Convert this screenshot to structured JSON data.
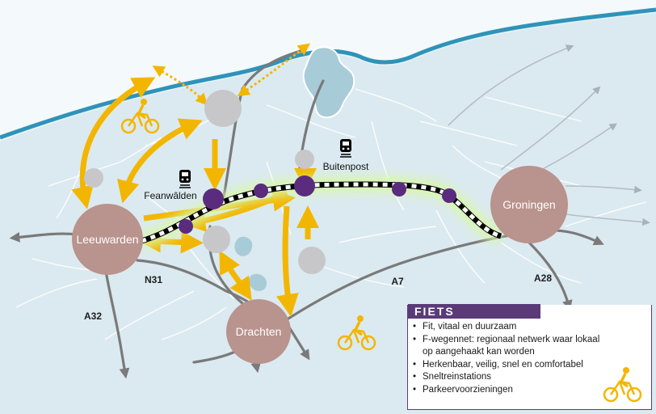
{
  "map": {
    "cities": {
      "leeuwarden": "Leeuwarden",
      "drachten": "Drachten",
      "groningen": "Groningen"
    },
    "stations": {
      "feanwalden": "Feanwâlden",
      "buitenpost": "Buitenpost"
    },
    "roads": {
      "a32": "A32",
      "n31": "N31",
      "a7": "A7",
      "a28": "A28"
    }
  },
  "legend": {
    "title": "FIETS",
    "items": [
      "Fit, vitaal en duurzaam",
      "F-wegennet: regionaal netwerk waar lokaal op aangehaakt kan worden",
      "Herkenbaar, veilig, snel en comfortabel",
      "Sneltreinstations",
      "Parkeervoorzieningen"
    ]
  },
  "colors": {
    "arrow": "#f3b600",
    "rail": "#000000",
    "station_dot": "#5b2b7e",
    "city": "#b9938d",
    "legend_header": "#5a3b78",
    "sea_dike": "#2f93b9"
  },
  "icons": [
    "bicycle-icon",
    "train-icon"
  ]
}
